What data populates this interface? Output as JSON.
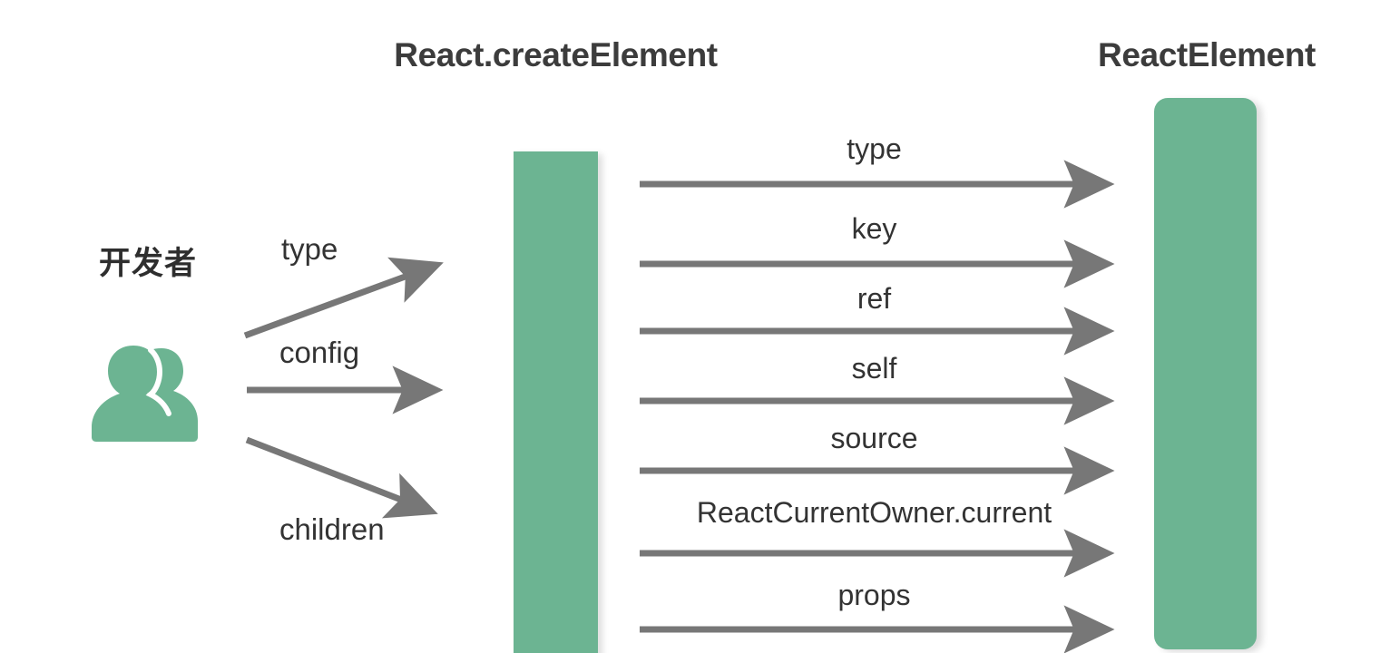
{
  "diagram": {
    "titles": {
      "left": "React.createElement",
      "right": "ReactElement"
    },
    "actor": {
      "label": "开发者",
      "icon": "two-people-icon"
    },
    "inputs": [
      {
        "label": "type",
        "direction": "up-right"
      },
      {
        "label": "config",
        "direction": "right"
      },
      {
        "label": "children",
        "direction": "down-right"
      }
    ],
    "properties": [
      {
        "label": "type"
      },
      {
        "label": "key"
      },
      {
        "label": "ref"
      },
      {
        "label": "self"
      },
      {
        "label": "source"
      },
      {
        "label": "ReactCurrentOwner.current"
      },
      {
        "label": "props"
      }
    ],
    "colors": {
      "green": "#6cb492",
      "arrow": "#777777",
      "title_text": "#3c3c3c",
      "label_text": "#333333",
      "background": "#ffffff"
    }
  }
}
